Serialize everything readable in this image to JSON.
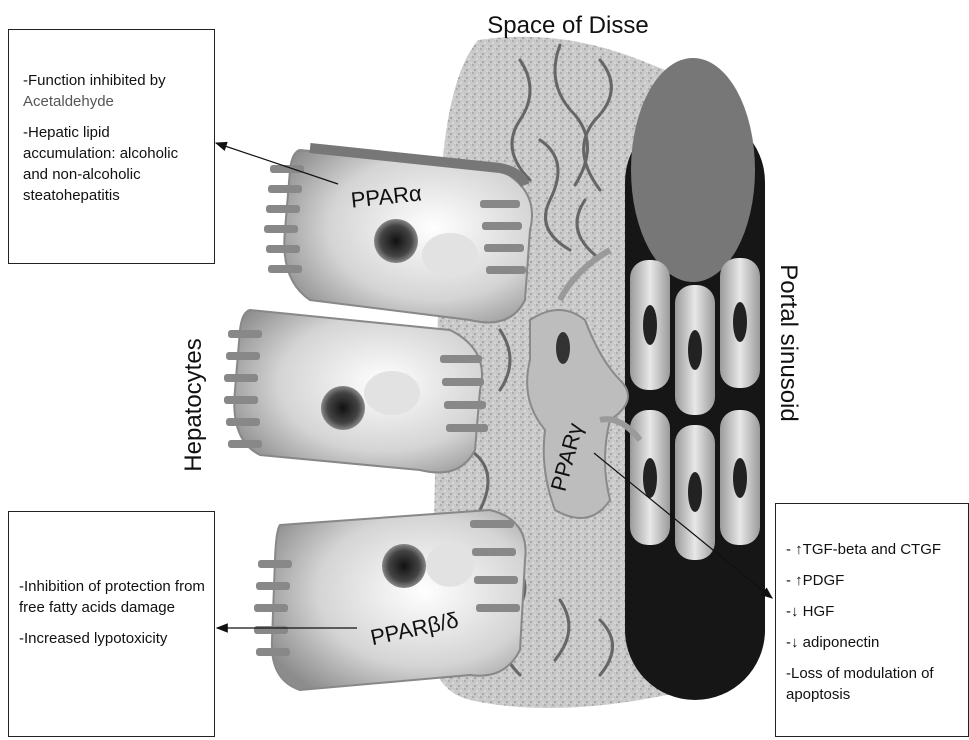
{
  "labels": {
    "space_of_disse": "Space of Disse",
    "portal_sinusoid": "Portal sinusoid",
    "hepatocytes": "Hepatocytes",
    "ppar_alpha": "PPARα",
    "ppar_gamma": "PPARγ",
    "ppar_beta_delta": "PPARβ/δ"
  },
  "alpha_box": {
    "line1_prefix": "-Function inhibited by",
    "line1_term": "Acetaldehyde",
    "line2": "-Hepatic lipid accumulation: alcoholic and non-alcoholic steatohepatitis"
  },
  "beta_box": {
    "line1": "-Inhibition of protection from free fatty acids damage",
    "line2": "-Increased lypotoxicity"
  },
  "gamma_box": {
    "items": [
      "- ↑TGF-beta and CTGF",
      "- ↑PDGF",
      "-↓ HGF",
      "-↓ adiponectin",
      "-Loss of modulation of apoptosis"
    ]
  }
}
